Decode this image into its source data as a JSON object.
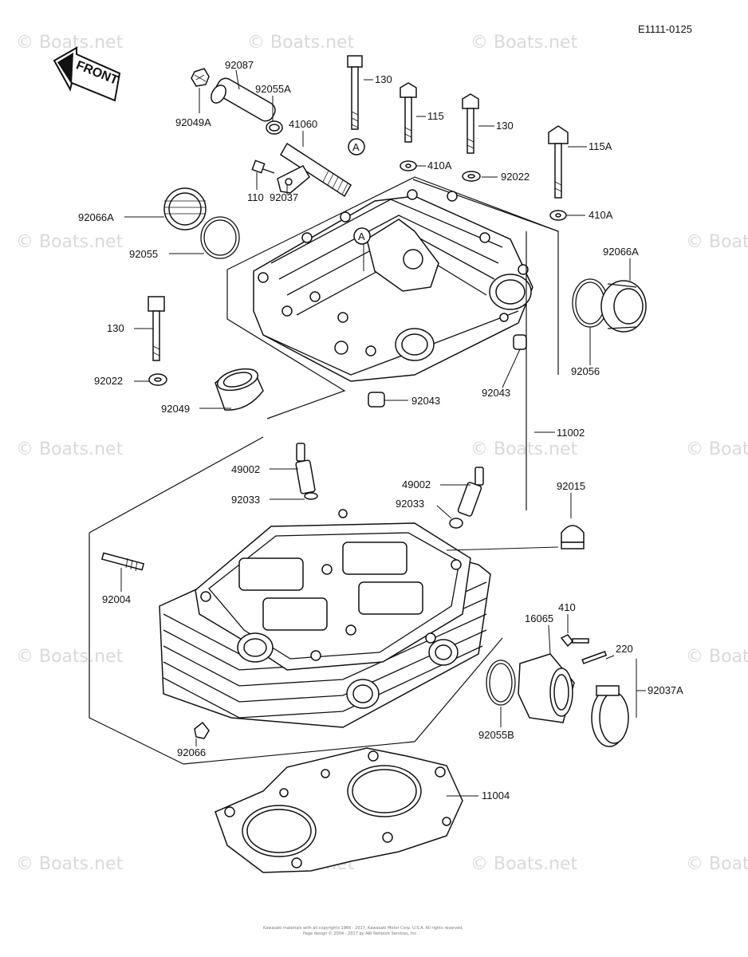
{
  "diagram_code": "E1111-0125",
  "front_label": "FRONT",
  "watermark": "© Boats.net",
  "callout_a": "A",
  "parts": {
    "p92087": "92087",
    "p92049A": "92049A",
    "p92055A": "92055A",
    "p41060": "41060",
    "p110": "110",
    "p92037": "92037",
    "p92066A_left": "92066A",
    "p92055": "92055",
    "p130_top": "130",
    "p115": "115",
    "p130_mid": "130",
    "p410A_mid": "410A",
    "p92022_top": "92022",
    "p115A": "115A",
    "p410A_right": "410A",
    "p92066A_right": "92066A",
    "p92056": "92056",
    "p130_left": "130",
    "p92022_left": "92022",
    "p92049": "92049",
    "p92043_center": "92043",
    "p92043_right": "92043",
    "p11002": "11002",
    "p49002_left": "49002",
    "p92033_left": "92033",
    "p49002_right": "49002",
    "p92033_right": "92033",
    "p92015": "92015",
    "p92004": "92004",
    "p410": "410",
    "p16065": "16065",
    "p220": "220",
    "p92037A": "92037A",
    "p92055B": "92055B",
    "p92066": "92066",
    "p11004": "11004"
  },
  "footer": {
    "line1": "Kawasaki materials with all copyrights 1966 - 2017, Kawasaki Motor Corp. U.S.A. All rights reserved.",
    "line2": "Page design © 2004 - 2017 by ARI Network Services, Inc."
  }
}
